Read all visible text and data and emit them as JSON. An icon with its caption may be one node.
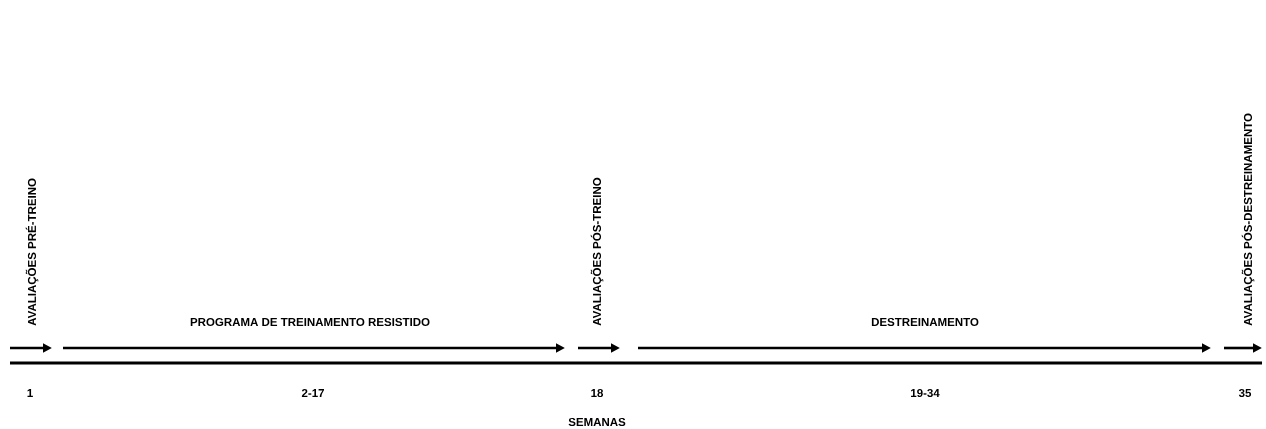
{
  "diagram": {
    "labels": [
      "AVALIAÇÕES PRÉ-TREINO",
      "AVALIAÇÕES PÓS-TREINO",
      "AVALIAÇÕES PÓS-DESTREINAMENTO",
      "PROGRAMA DE TREINAMENTO RESISTIDO",
      "DESTREINAMENTO",
      "1",
      "2-17",
      "18",
      "19-34",
      "35",
      "SEMANAS"
    ]
  }
}
